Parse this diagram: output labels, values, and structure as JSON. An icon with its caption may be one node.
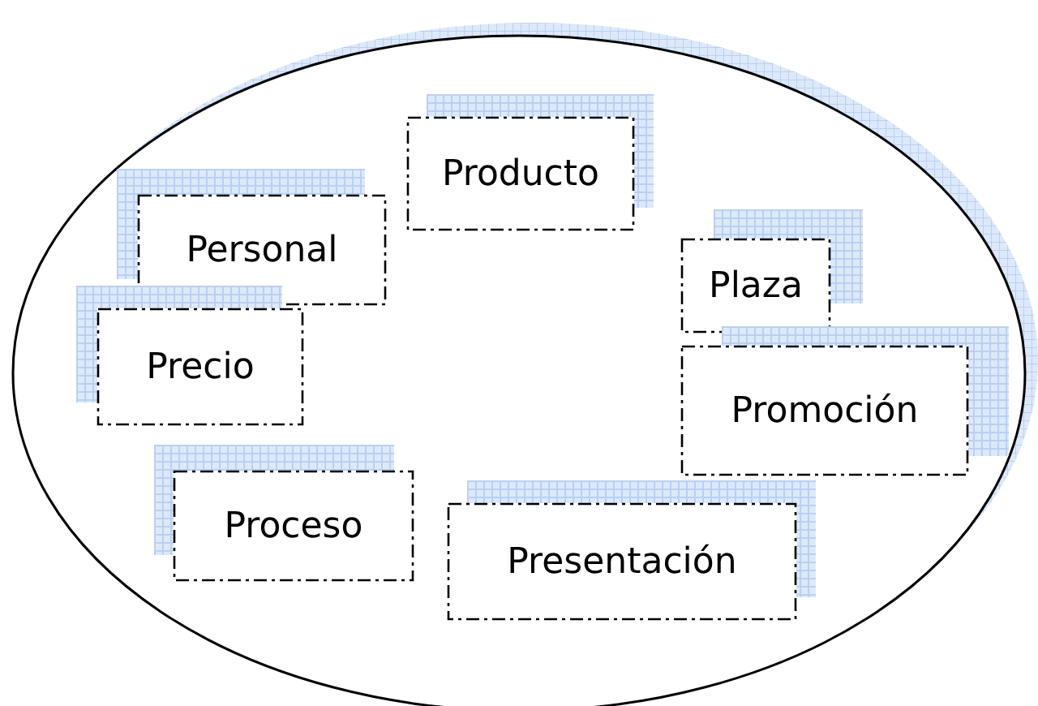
{
  "diagram": {
    "nodes": [
      {
        "text": [],
        "shape": "ellipse"
      },
      {
        "text": [
          "Producto"
        ],
        "in": 0
      },
      {
        "text": [
          "Personal"
        ],
        "in": 0
      },
      {
        "text": [
          "Plaza"
        ],
        "in": 0
      },
      {
        "text": [
          "Precio"
        ],
        "in": 0
      },
      {
        "text": [
          "Promoción"
        ],
        "in": 0
      },
      {
        "text": [
          "Proceso"
        ],
        "in": 0
      },
      {
        "text": [
          "Presentación"
        ],
        "in": 0
      }
    ]
  }
}
